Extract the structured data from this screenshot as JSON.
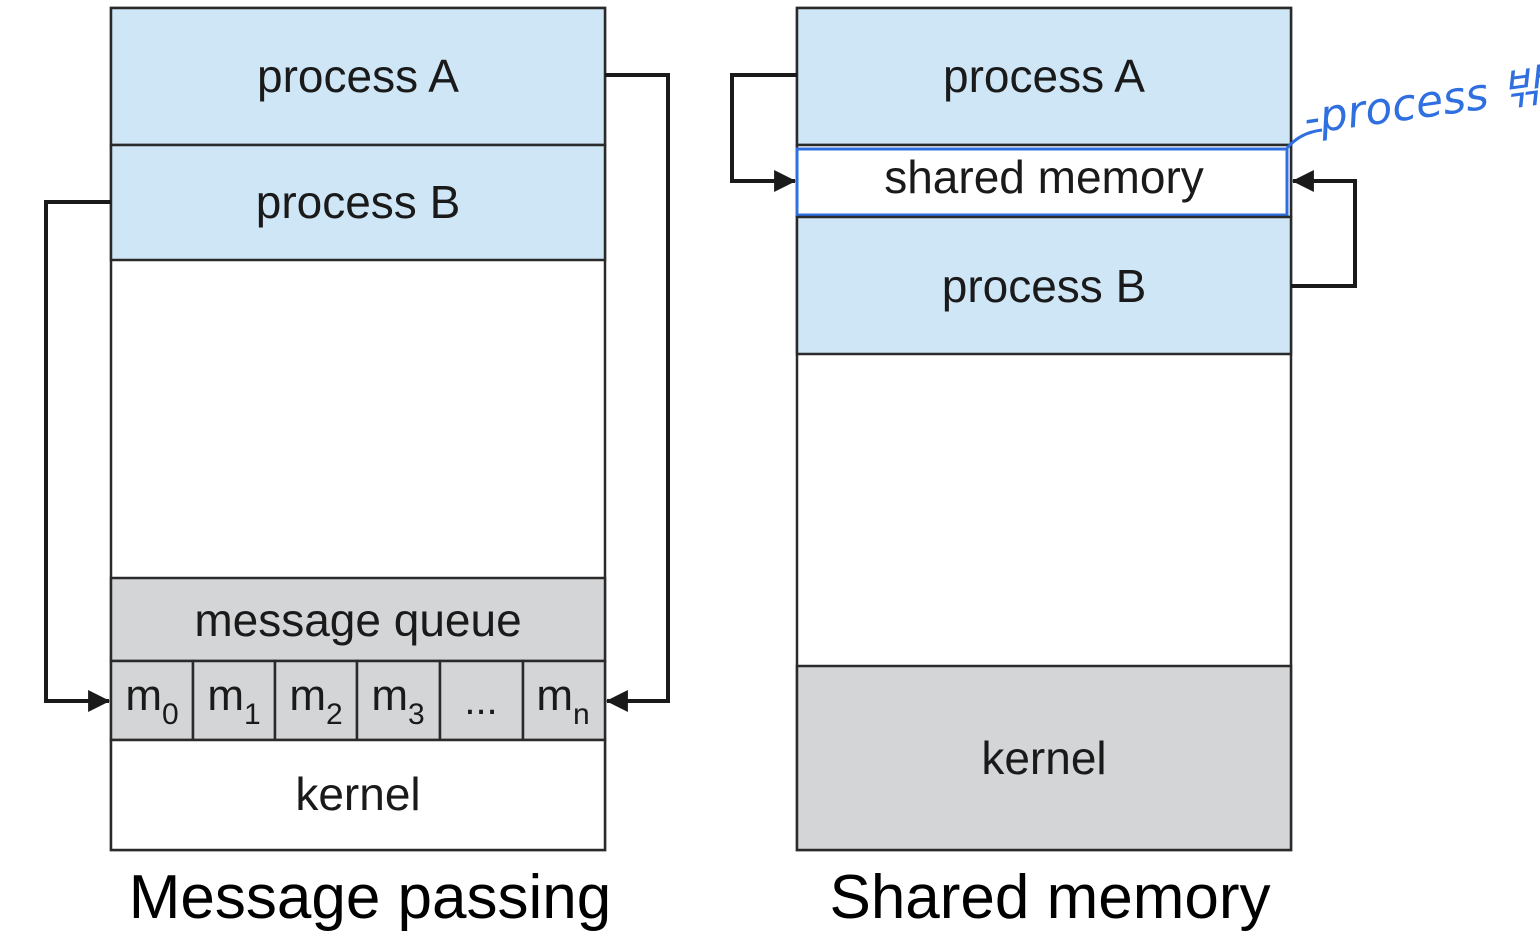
{
  "message_passing": {
    "caption": "Message passing",
    "process_a": "process A",
    "process_b": "process B",
    "message_queue": "message queue",
    "queue_cells": [
      {
        "base": "m",
        "sub": "0"
      },
      {
        "base": "m",
        "sub": "1"
      },
      {
        "base": "m",
        "sub": "2"
      },
      {
        "base": "m",
        "sub": "3"
      },
      {
        "base": "...",
        "sub": ""
      },
      {
        "base": "m",
        "sub": "n"
      }
    ],
    "kernel": "kernel"
  },
  "shared_memory": {
    "caption": "Shared memory",
    "process_a": "process A",
    "shared_region": "shared memory",
    "process_b": "process B",
    "kernel": "kernel",
    "annotation": "-process 밖"
  },
  "colors": {
    "process_fill": "#cfe6f7",
    "queue_fill": "#d4d5d7",
    "kernel_fill": "#d4d5d7",
    "border": "#2a2a2a",
    "arrow": "#1a1a1a",
    "annotation": "#2f6fe0"
  }
}
